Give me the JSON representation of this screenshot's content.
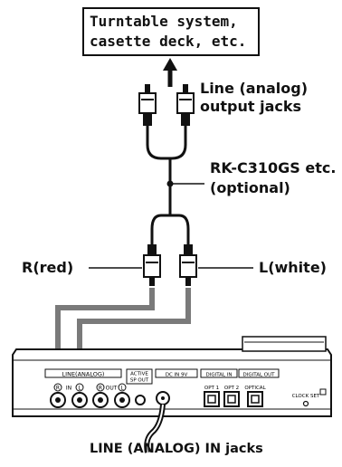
{
  "source_box": {
    "line1": "Turntable system,",
    "line2": "casette deck,  etc."
  },
  "output_jacks": {
    "line1": "Line (analog)",
    "line2": "output jacks"
  },
  "cable": {
    "line1": "RK-C310GS etc.",
    "line2": "(optional)"
  },
  "plugs": {
    "left_label": "R(red)",
    "right_label": "L(white)"
  },
  "deck": {
    "analog_label": "LINE(ANALOG)",
    "active_sp_out": [
      "ACTIVE",
      "SP OUT"
    ],
    "in_label": "IN",
    "out_label": "OUT",
    "r_badge": "R",
    "l_badge": "L",
    "dc_in": "DC IN 9V",
    "digital_in": "DIGITAL IN",
    "digital_out": "DIGITAL OUT",
    "opt1": "OPT 1",
    "opt2": "OPT 2",
    "optical": "OPTICAL",
    "clock_set": "CLOCK SET"
  },
  "caption": "LINE (ANALOG) IN jacks"
}
